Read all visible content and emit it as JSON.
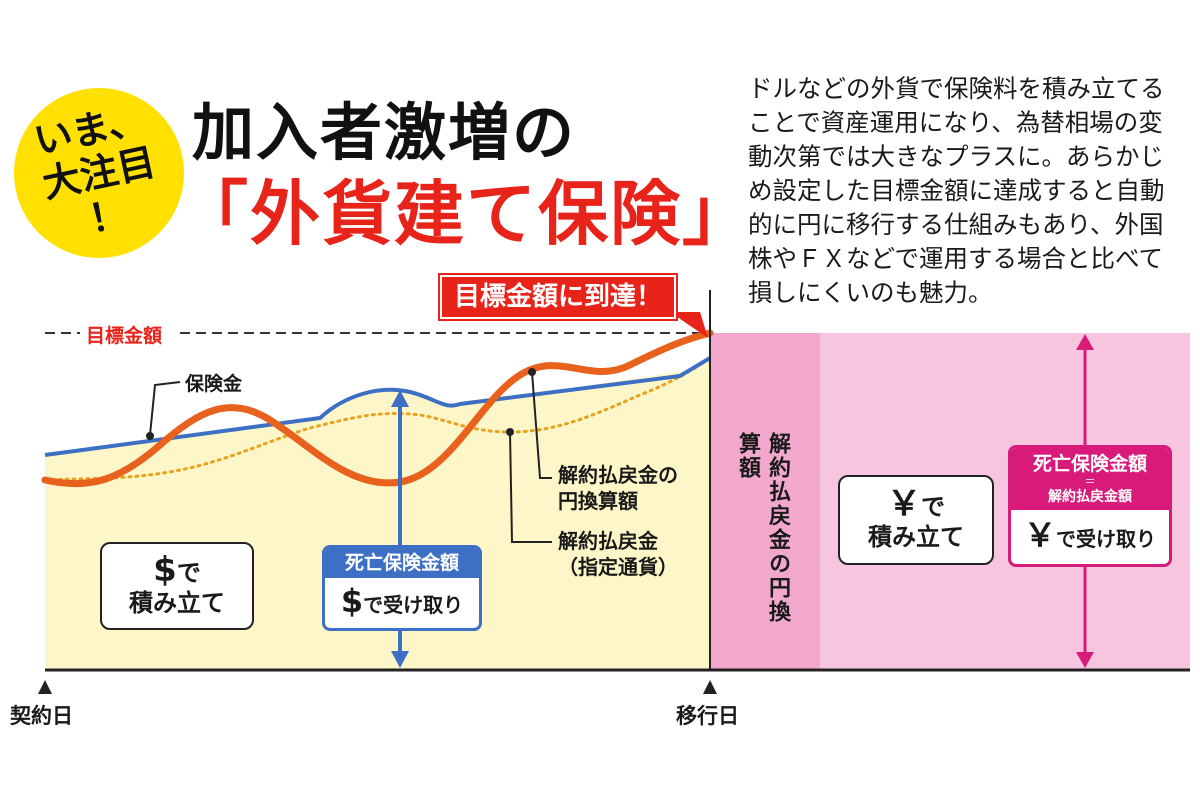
{
  "badge": {
    "line1": "いま、",
    "line2": "大注目",
    "line3": "！"
  },
  "title": {
    "line1": "加入者激増の",
    "line2": "「外貨建て保険」"
  },
  "description": "ドルなどの外貨で保険料を積み立てることで資産運用になり、為替相場の変動次第では大きなプラスに。あらかじめ設定した目標金額に達成すると自動的に円に移行する仕組みもあり、外国株やＦＸなどで運用する場合と比べて損しにくいのも魅力。",
  "labels": {
    "target_amount": "目標金額",
    "reach_target": "目標金額に到達！",
    "insurance_money": "保険金",
    "surrender_yen": [
      "解約払戻金の",
      "円換算額"
    ],
    "surrender_currency": [
      "解約払戻金",
      "（指定通貨）"
    ],
    "vertical_surrender_yen": "解約払戻金の円換算額",
    "start_date": "契約日",
    "transition_date": "移行日"
  },
  "dollar_box": {
    "currency": "$",
    "suffix": "で",
    "line2": "積み立て"
  },
  "yen_box": {
    "currency": "￥",
    "suffix": "で",
    "line2": "積み立て"
  },
  "death_benefit_usd": {
    "header": "死亡保険金額",
    "currency": "$",
    "text": "で受け取り"
  },
  "death_benefit_jpy": {
    "header": "死亡保険金額",
    "eq": "＝",
    "sub": "解約払戻金額",
    "currency": "￥",
    "text": "で受け取り"
  },
  "colors": {
    "red": "#e8231a",
    "blue": "#3d6fc4",
    "orange": "#e8611d",
    "dotted": "#e8a21d",
    "cream": "#fdf6c8",
    "pink_light": "#f7c6de",
    "pink_mid": "#f2a7cc",
    "magenta": "#d81b7a",
    "badge": "#ffe000"
  }
}
